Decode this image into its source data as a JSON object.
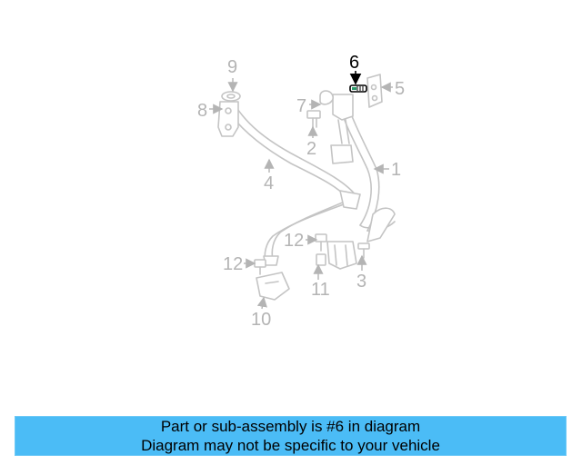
{
  "diagram": {
    "callouts": {
      "c1": "1",
      "c2": "2",
      "c3": "3",
      "c4": "4",
      "c5": "5",
      "c6": "6",
      "c7": "7",
      "c8": "8",
      "c9": "9",
      "c10": "10",
      "c11": "11",
      "c12a": "12",
      "c12b": "12"
    },
    "highlighted_part": "6",
    "colors": {
      "highlight": "#000000",
      "part_line": "#c4c4c4",
      "callout_text": "#b4b4b4"
    }
  },
  "banner": {
    "line1": "Part or sub-assembly is #6 in diagram",
    "line2": "Diagram may not be specific to your vehicle",
    "background": "#4bbcf6"
  }
}
